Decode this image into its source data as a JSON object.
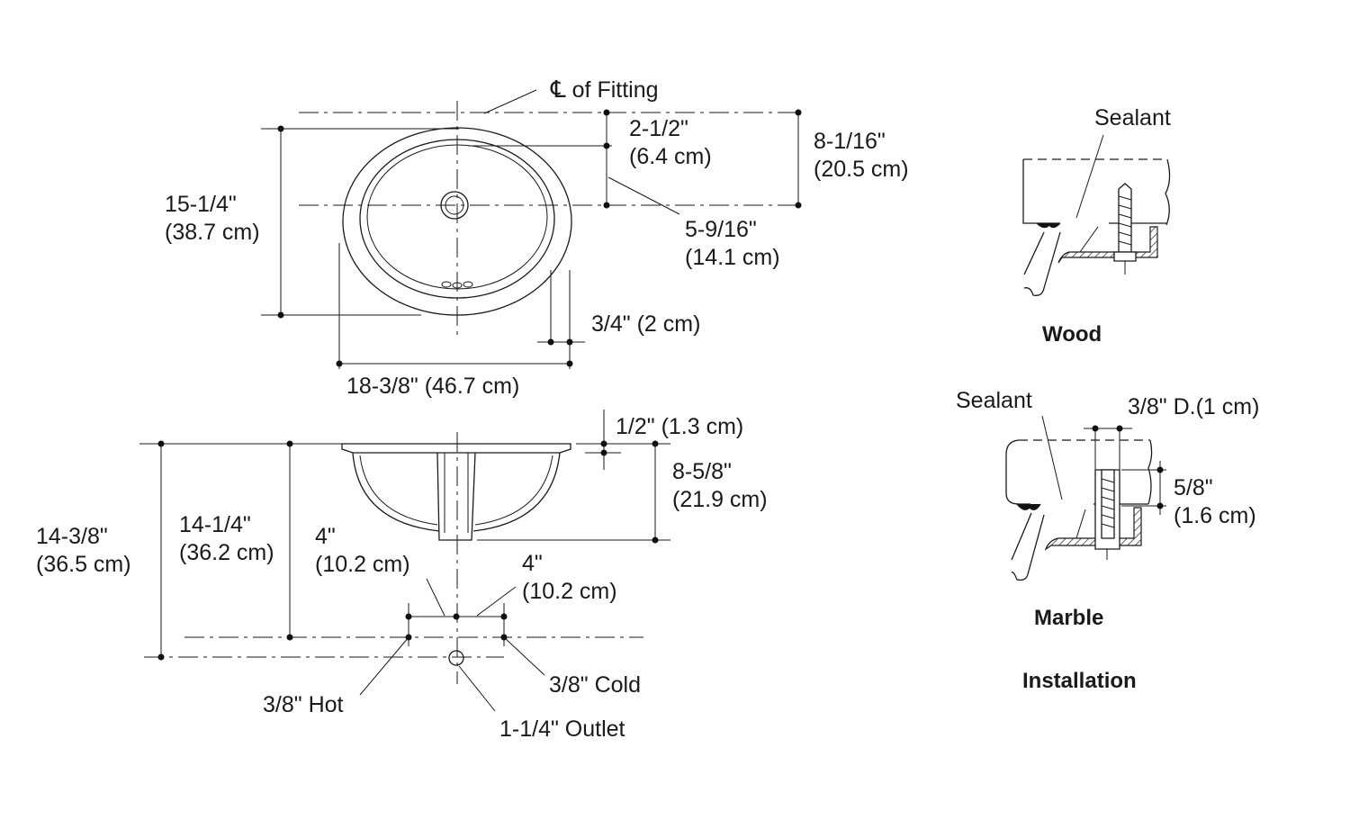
{
  "top_view": {
    "centerline_symbol": "℄",
    "centerline_label": "of Fitting",
    "dim_2_1_2": [
      "2-1/2\"",
      "(6.4 cm)"
    ],
    "dim_8_1_16": [
      "8-1/16\"",
      "(20.5 cm)"
    ],
    "dim_15_1_4": [
      "15-1/4\"",
      "(38.7 cm)"
    ],
    "dim_5_9_16": [
      "5-9/16\"",
      "(14.1 cm)"
    ],
    "dim_3_4": "3/4\" (2 cm)",
    "dim_18_3_8": "18-3/8\" (46.7 cm)"
  },
  "side_view": {
    "dim_1_2": "1/2\" (1.3 cm)",
    "dim_8_5_8": [
      "8-5/8\"",
      "(21.9 cm)"
    ],
    "dim_14_3_8": [
      "14-3/8\"",
      "(36.5 cm)"
    ],
    "dim_14_1_4": [
      "14-1/4\"",
      "(36.2 cm)"
    ],
    "dim_4_left": [
      "4\"",
      "(10.2 cm)"
    ],
    "dim_4_right": [
      "4\"",
      "(10.2 cm)"
    ],
    "hot": "3/8\" Hot",
    "cold": "3/8\" Cold",
    "outlet": "1-1/4\" Outlet"
  },
  "installation": {
    "wood_sealant": "Sealant",
    "wood_title": "Wood",
    "marble_sealant": "Sealant",
    "marble_hole": "3/8\" D.(1 cm)",
    "marble_dim": [
      "5/8\"",
      "(1.6 cm)"
    ],
    "marble_title": "Marble",
    "section_title": "Installation"
  }
}
